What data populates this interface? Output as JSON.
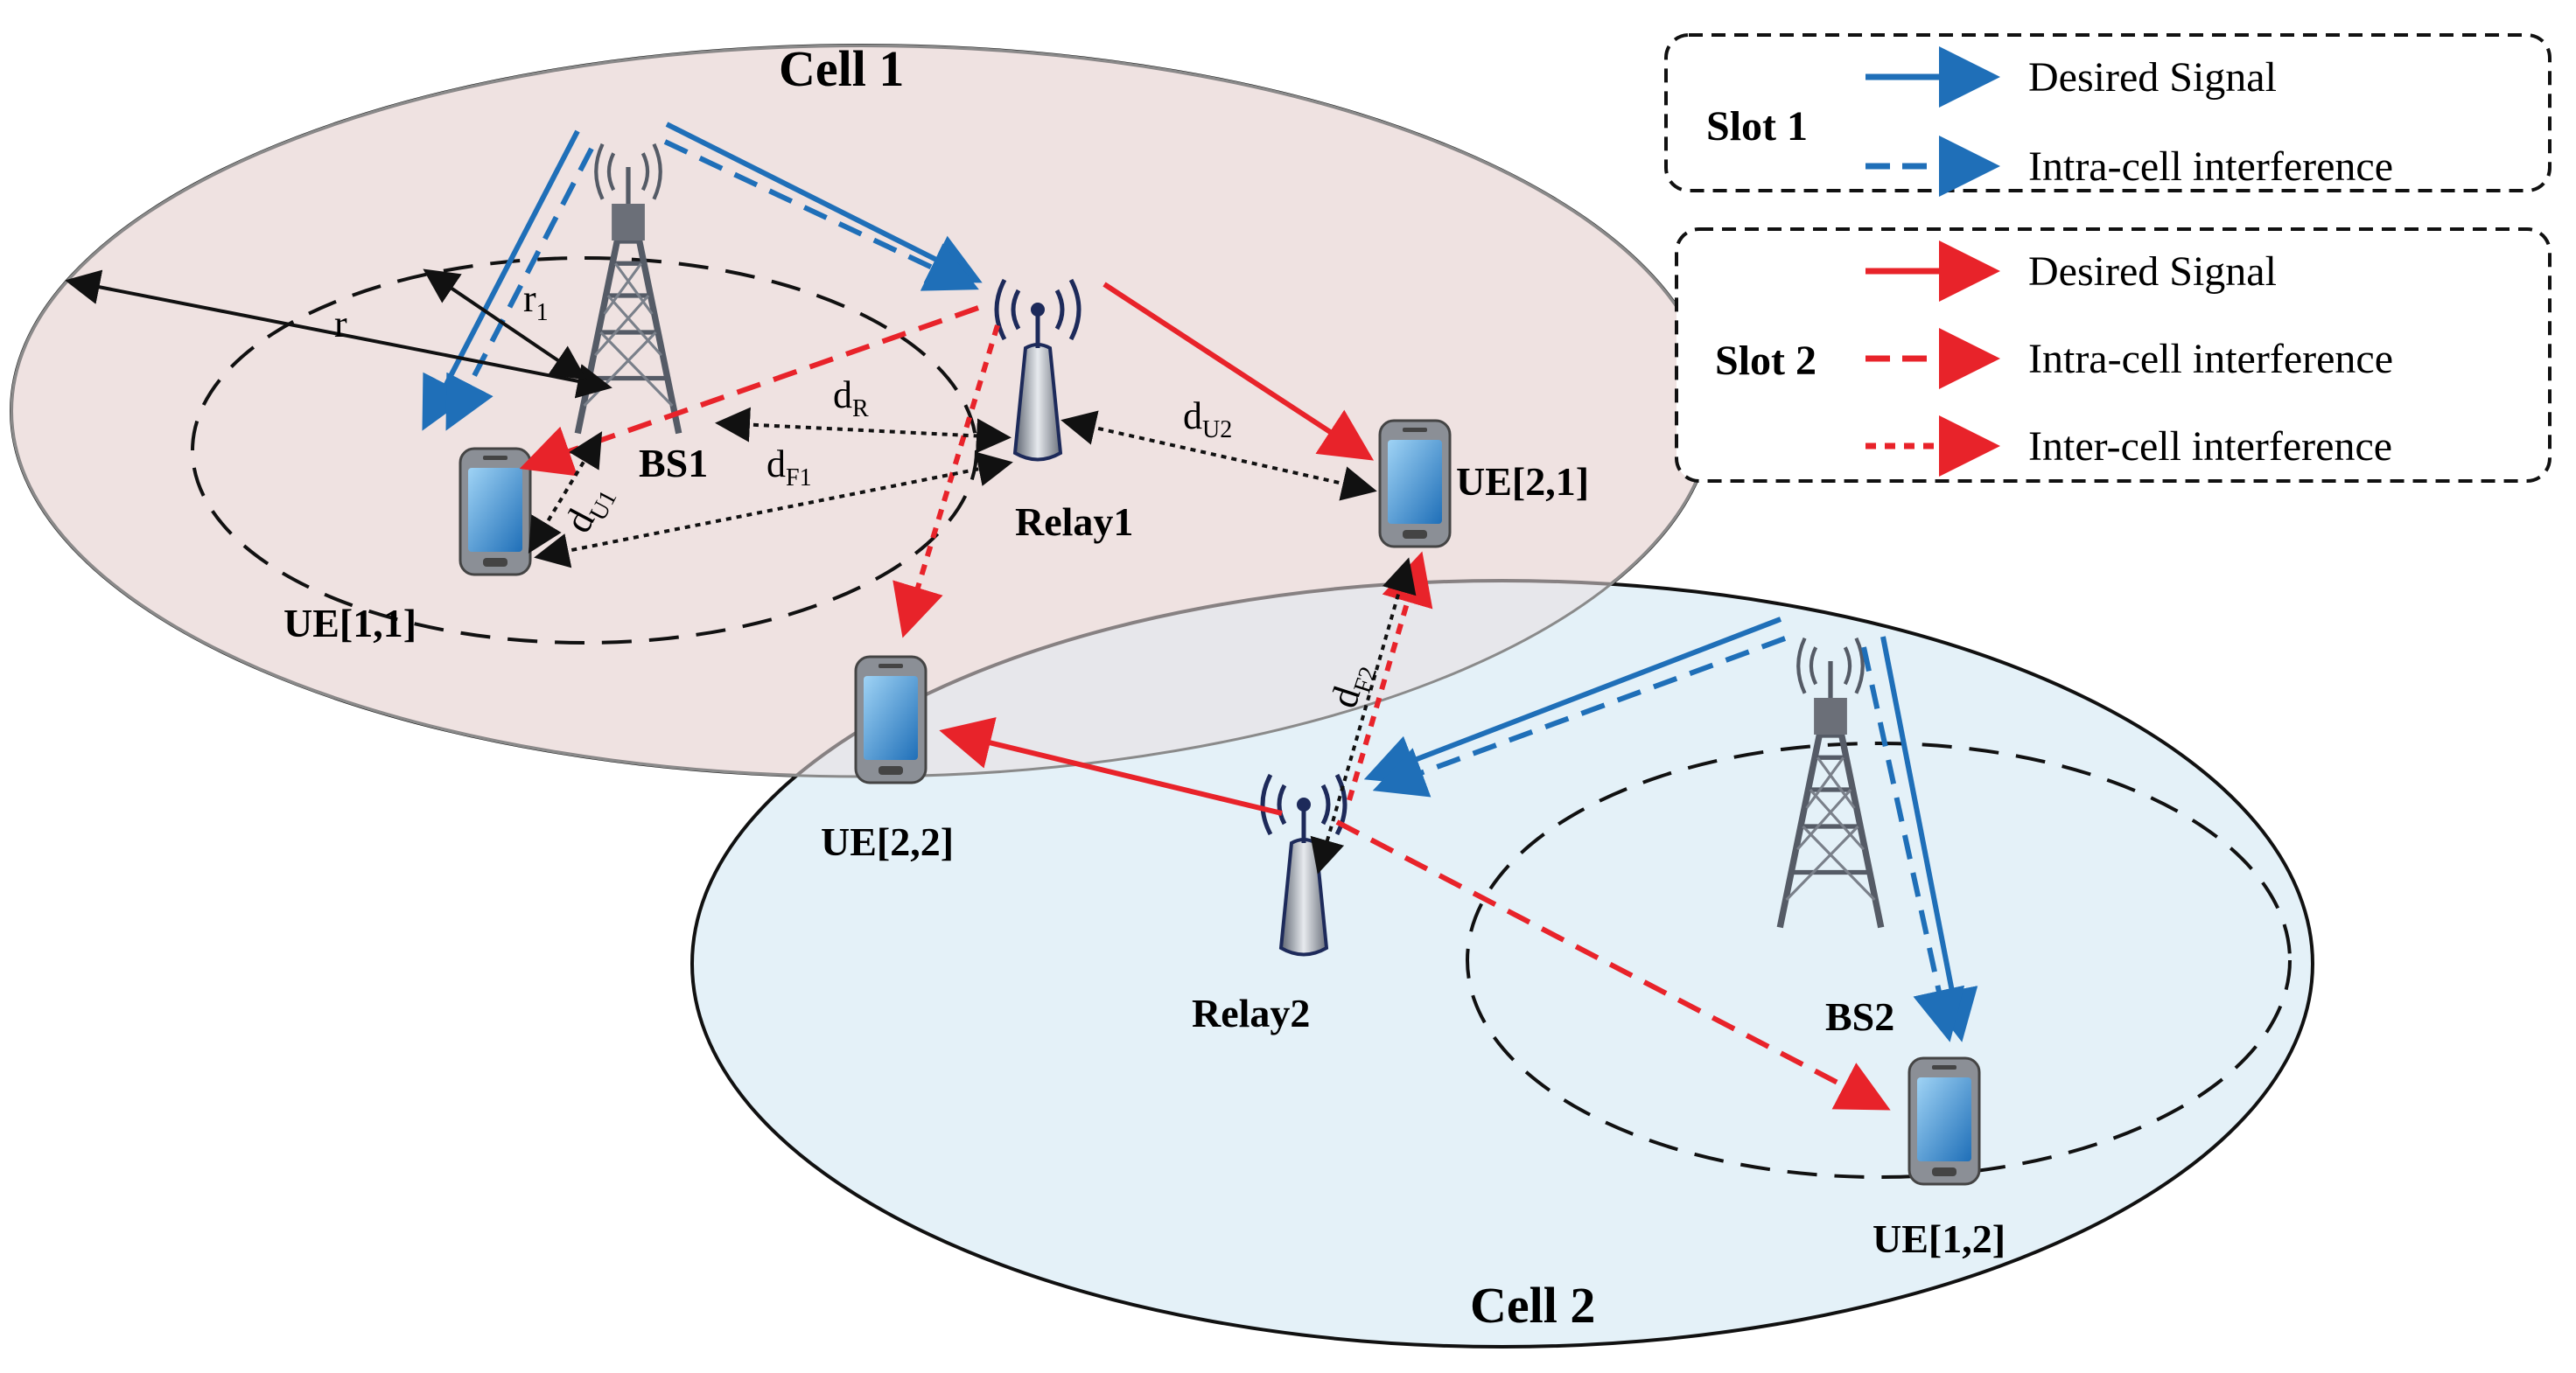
{
  "colors": {
    "cell1_fill": "#f6e6e3",
    "cell2_fill": "#e4f1f8",
    "blue": "#1f6fb8",
    "red": "#e8232a",
    "black": "#111111",
    "tower": "#6b6f78",
    "phone": "#3f8fd0"
  },
  "cells": {
    "cell1": "Cell 1",
    "cell2": "Cell 2"
  },
  "nodes": {
    "bs1": "BS1",
    "bs2": "BS2",
    "relay1": "Relay1",
    "relay2": "Relay2",
    "ue11": "UE[1,1]",
    "ue21": "UE[2,1]",
    "ue22": "UE[2,2]",
    "ue12": "UE[1,2]"
  },
  "distances": {
    "r": "r",
    "r1": "r",
    "r1_sub": "1",
    "dR": "d",
    "dR_sub": "R",
    "dF1": "d",
    "dF1_sub": "F1",
    "dU1": "d",
    "dU1_sub": "U1",
    "dU2": "d",
    "dU2_sub": "U2",
    "dF2": "d",
    "dF2_sub": "F2"
  },
  "legend": {
    "slot1": {
      "label": "Slot 1",
      "items": [
        "Desired Signal",
        "Intra-cell interference"
      ]
    },
    "slot2": {
      "label": "Slot 2",
      "items": [
        "Desired Signal",
        "Intra-cell interference",
        "Inter-cell interference"
      ]
    }
  }
}
